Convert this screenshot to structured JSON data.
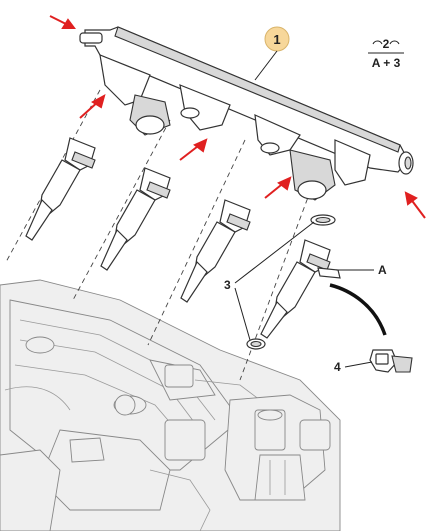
{
  "callouts": {
    "bubble_1": "1",
    "fraction_top": "2",
    "fraction_bottom": "A + 3",
    "label_A": "A",
    "label_3": "3",
    "label_4": "4"
  },
  "colors": {
    "arrow": "#e02020",
    "bubble": "#f7d79a",
    "part_fill": "#ffffff",
    "part_shade": "#d8d8d8",
    "engine_fill": "#efefef",
    "outline": "#333333"
  }
}
